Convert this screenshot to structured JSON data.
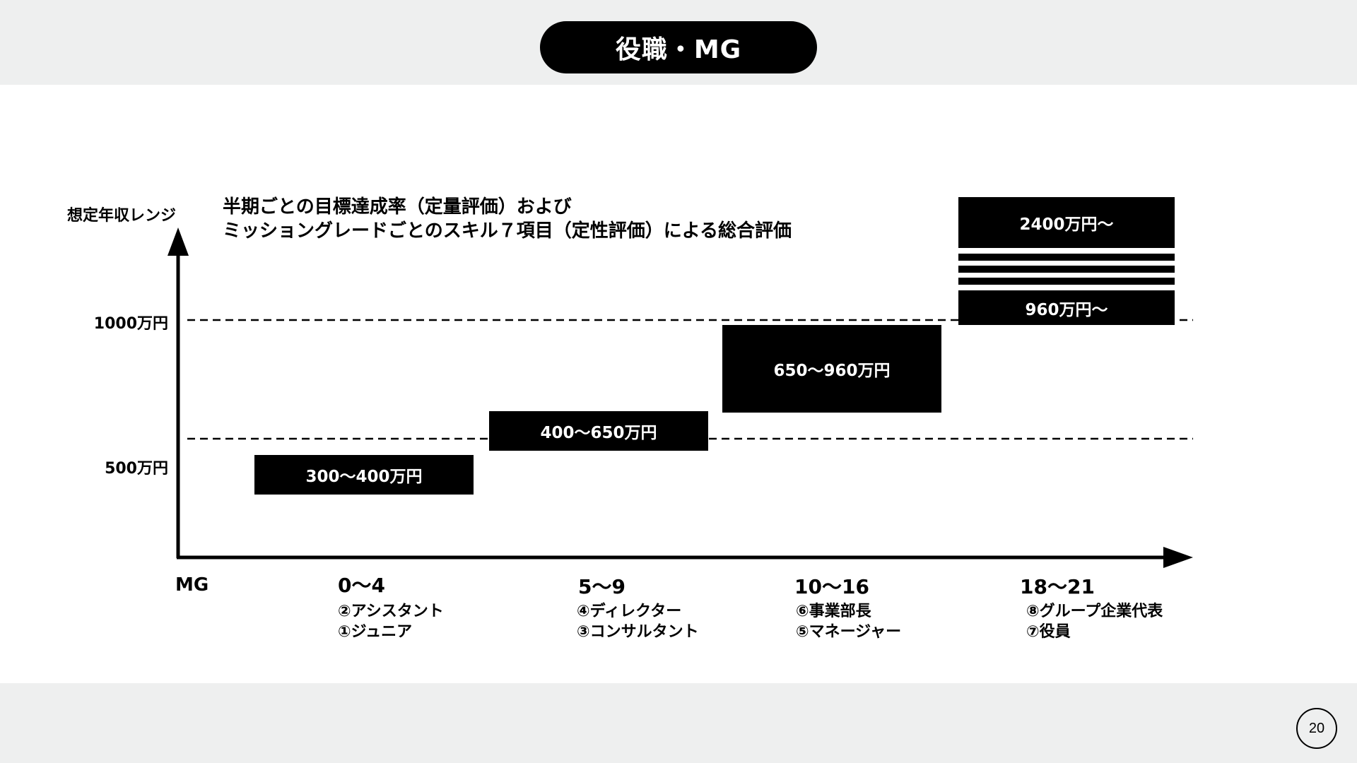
{
  "header": {
    "title": "役職・MG"
  },
  "page_number": "20",
  "description": {
    "line1": "半期ごとの目標達成率（定量評価）および",
    "line2": "ミッショングレードごとのスキル７項目（定性評価）による総合評価"
  },
  "chart_data": {
    "type": "bar",
    "ylabel": "想定年収レンジ",
    "xlabel": "MG",
    "y_ticks": [
      "500万円",
      "1000万円"
    ],
    "groups": [
      {
        "mg_range": "0〜4",
        "salary_label": "300〜400万円",
        "salary_min_man_yen": 300,
        "salary_max_man_yen": 400,
        "roles": [
          "②アシスタント",
          "①ジュニア"
        ]
      },
      {
        "mg_range": "5〜9",
        "salary_label": "400〜650万円",
        "salary_min_man_yen": 400,
        "salary_max_man_yen": 650,
        "roles": [
          "④ディレクター",
          "③コンサルタント"
        ]
      },
      {
        "mg_range": "10〜16",
        "salary_label": "650〜960万円",
        "salary_min_man_yen": 650,
        "salary_max_man_yen": 960,
        "roles": [
          "⑥事業部長",
          "⑤マネージャー"
        ]
      },
      {
        "mg_range": "18〜21",
        "salary_label_low": "960万円〜",
        "salary_label_high": "2400万円〜",
        "salary_min_man_yen": 960,
        "salary_max_man_yen": 2400,
        "roles": [
          "⑧グループ企業代表",
          "⑦役員"
        ]
      }
    ]
  }
}
